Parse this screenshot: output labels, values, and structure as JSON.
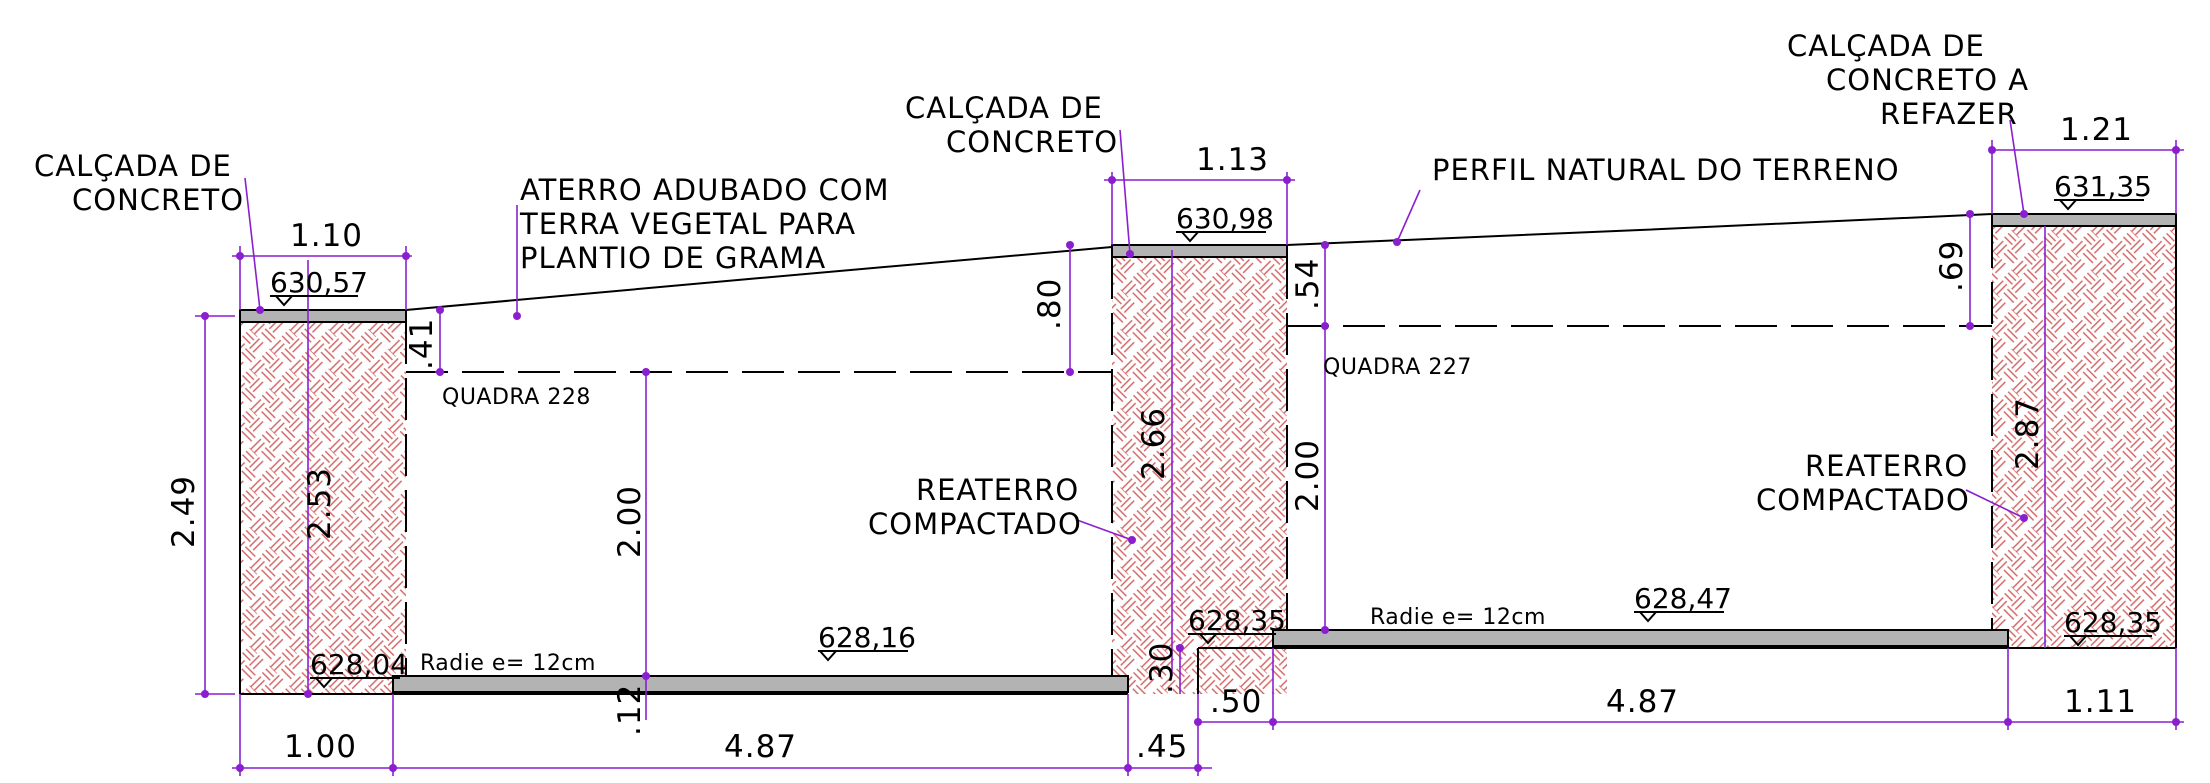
{
  "colors": {
    "dimension": "#8a1fd0",
    "hatch": "#d06060",
    "slab": "#b3b3b3",
    "line": "#000000"
  },
  "labels": {
    "calcada_left_1": "CALÇADA DE",
    "calcada_left_2": "CONCRETO",
    "aterro_1": "ATERRO ADUBADO COM",
    "aterro_2": "TERRA VEGETAL PARA",
    "aterro_3": "PLANTIO DE GRAMA",
    "calcada_mid_1": "CALÇADA DE",
    "calcada_mid_2": "CONCRETO",
    "perfil": "PERFIL NATURAL DO TERRENO",
    "calcada_right_1": "CALÇADA DE",
    "calcada_right_2": "CONCRETO A",
    "calcada_right_3": "REFAZER",
    "quadra_228": "QUADRA 228",
    "quadra_227": "QUADRA 227",
    "reaterro_mid_1": "REATERRO",
    "reaterro_mid_2": "COMPACTADO",
    "reaterro_right_1": "REATERRO",
    "reaterro_right_2": "COMPACTADO",
    "radie_left": "Radie e= 12cm",
    "radie_right": "Radie e= 12cm"
  },
  "elevations": {
    "e1": "630,57",
    "e2": "630,98",
    "e3": "631,35",
    "e4": "628,04",
    "e5": "628,16",
    "e6": "628,35",
    "e7": "628,47",
    "e8": "628,35"
  },
  "dimensions": {
    "top_left_width": "1.10",
    "top_mid_width": "1.13",
    "top_right_width": "1.21",
    "left_total_height": "2.49",
    "left_inner_height": "2.53",
    "left_step": ".41",
    "mid_step": ".80",
    "mid_height_a": "2.00",
    "mid_wall_height": "2.66",
    "mid_step_right": ".54",
    "mid_height_b": "2.00",
    "right_step": ".69",
    "right_wall_height": "2.87",
    "slab_left": ".12",
    "slab_mid": ".30",
    "bottom_left_1": "1.00",
    "bottom_left_2": "4.87",
    "bottom_left_3": ".45",
    "bottom_right_1": ".50",
    "bottom_right_2": "4.87",
    "bottom_right_3": "1.11"
  }
}
